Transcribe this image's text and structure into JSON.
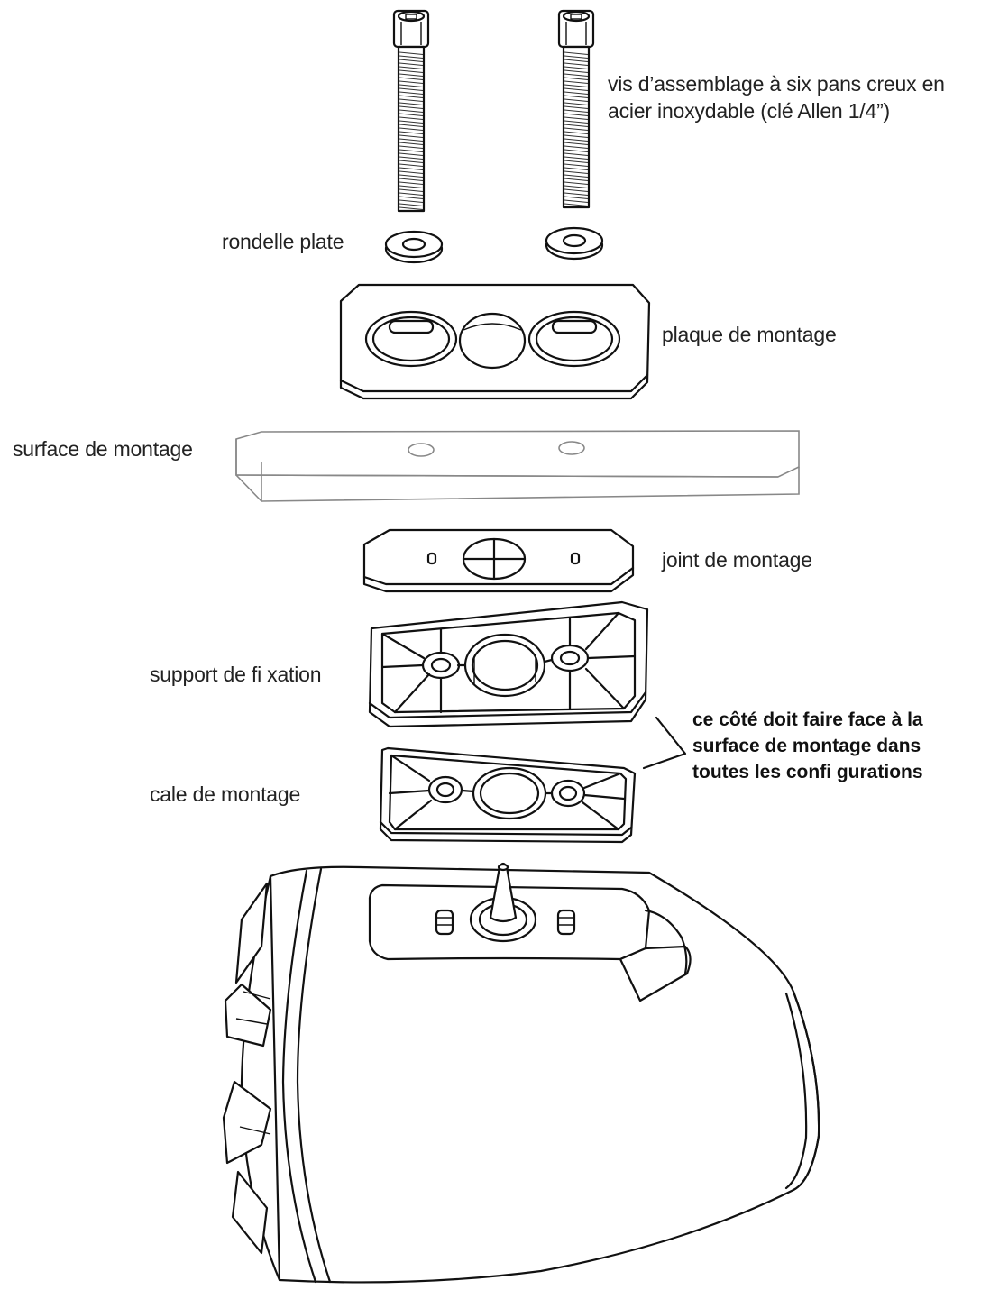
{
  "labels": {
    "screw_line1": "vis d’assemblage à six pans creux en",
    "screw_line2": "acier inoxydable (clé Allen 1/4”)",
    "washer": "rondelle plate",
    "plate": "plaque de montage",
    "surface": "surface de montage",
    "gasket": "joint de montage",
    "bracket": "support de fi xation",
    "shim": "cale de montage"
  },
  "note": {
    "line1": "ce côté doit faire face à la",
    "line2": "surface de montage dans",
    "line3": "toutes les confi gurations"
  }
}
